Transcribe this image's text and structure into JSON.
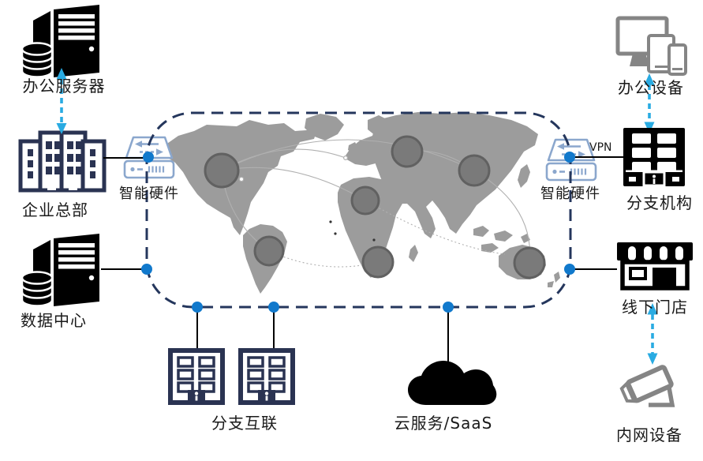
{
  "labels": {
    "office_server": "办公服务器",
    "hq": "企业总部",
    "edge_left": "智能硬件",
    "data_center": "数据中心",
    "branch_interconnect": "分支互联",
    "cloud_saas": "云服务/SaaS",
    "edge_right": "智能硬件",
    "branch_office": "分支机构",
    "office_devices": "办公设备",
    "offline_store": "线下门店",
    "intranet_devices": "内网设备",
    "vpn": "VPN"
  },
  "colors": {
    "border_navy": "#24365c",
    "dot_blue": "#1179cc",
    "arrow_cyan": "#29abe2",
    "building_navy": "#2a3352",
    "router_blue": "#8ba7cd",
    "map_gray": "#9c9c9c",
    "node_gray": "#7a7a7a",
    "route_gray": "#b0b0b0",
    "device_gray": "#858585",
    "icon_black": "#000000"
  }
}
